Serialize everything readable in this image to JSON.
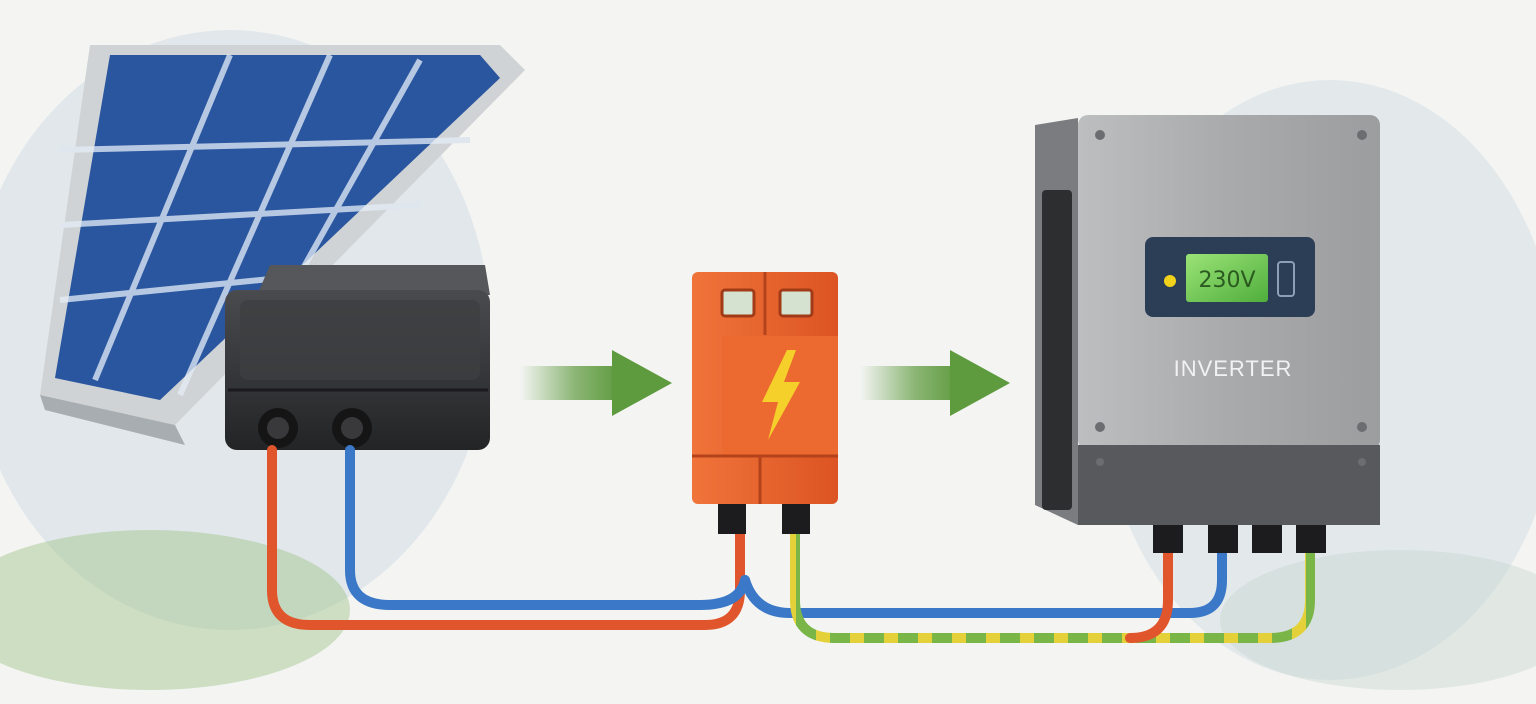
{
  "diagram": {
    "flow": [
      "solar-panel",
      "junction-box",
      "surge-protector",
      "inverter"
    ],
    "inverter": {
      "label": "INVERTER",
      "display_text": "230V",
      "indicator_color": "#f2d21b"
    },
    "colors": {
      "panel_cell": "#2f5fae",
      "panel_frame": "#cfd3d6",
      "junction_box": "#2e2f31",
      "breaker_body": "#e8622b",
      "inverter_body": "#a9aaac",
      "display": "#79d65a",
      "arrow": "#5e9a3e",
      "wire_positive": "#e0552b",
      "wire_negative": "#3b78c8",
      "wire_ground_green": "#7ab547",
      "wire_ground_yellow": "#e4d13a"
    },
    "icons": [
      "lightning-bolt-icon",
      "flow-arrow-icon"
    ]
  }
}
